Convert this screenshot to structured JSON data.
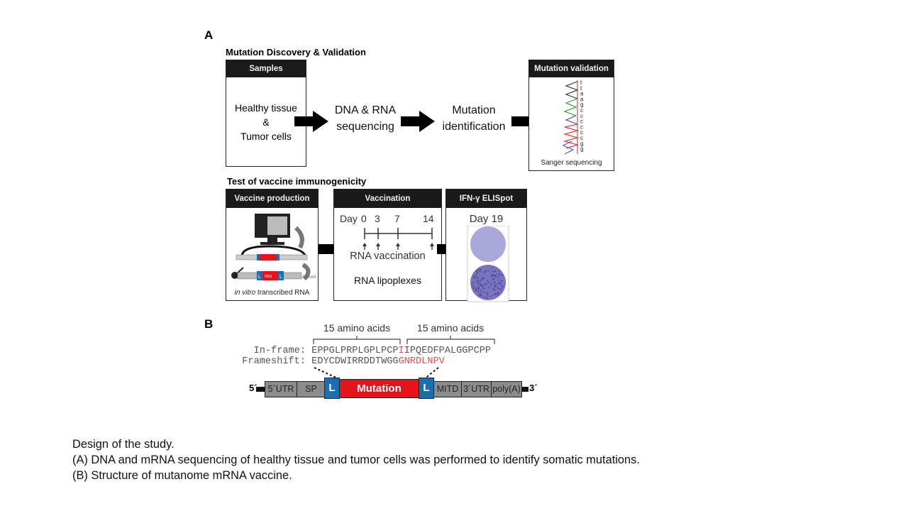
{
  "panel_a": {
    "letter": "A",
    "discovery_title": "Mutation Discovery & Validation",
    "samples": {
      "header": "Samples",
      "line1": "Healthy tissue",
      "line2": "&",
      "line3": "Tumor cells"
    },
    "step_sequencing": {
      "line1": "DNA & RNA",
      "line2": "sequencing"
    },
    "step_identification": {
      "line1": "Mutation",
      "line2": "identification"
    },
    "validation": {
      "header": "Mutation validation",
      "bases": [
        "t",
        "t",
        "a",
        "a",
        "g",
        "c",
        "c",
        "c",
        "c",
        "c",
        "c",
        "g",
        "g"
      ],
      "caption": "Sanger sequencing"
    },
    "immunogenicity_title": "Test of vaccine immunogenicity",
    "vaccine_production": {
      "header": "Vaccine production",
      "caption_italic": "in vitro",
      "caption_rest": " transcribed RNA",
      "linker": "L",
      "mut": "Mut",
      "cap": "cap",
      "polya": "AAAAA"
    },
    "vaccination": {
      "header": "Vaccination",
      "day_label": "Day",
      "days": [
        "0",
        "3",
        "7",
        "14"
      ],
      "arrow_label": "RNA vaccination",
      "formulation": "RNA lipoplexes"
    },
    "elispot": {
      "header": "IFN-γ ELISpot",
      "day": "Day 19"
    }
  },
  "panel_b": {
    "letter": "B",
    "brace_left": "15 amino acids",
    "brace_right": "15 amino acids",
    "inframe": {
      "label": "In-frame:",
      "seq_wt": "EPPGLPRPLGPLPCP",
      "seq_mut": "I",
      "seq_wt2": "IPQEDFPALGGPCPP"
    },
    "frameshift": {
      "label": "Frameshift:",
      "seq_wt": "EDYCDWIRRDDTWGG",
      "seq_mut": "GNRDLNPV"
    },
    "construct": {
      "five_prime": "5´",
      "three_prime": "3´",
      "segments": [
        "5´UTR",
        "SP",
        "L",
        "Mutation",
        "L",
        "MITD",
        "3´UTR",
        "poly(A)"
      ]
    },
    "colors": {
      "linker": "#1a6fb0",
      "mutation": "#e3141b",
      "segment": "#8c8c8c",
      "mutated_aa": "#d9534f"
    }
  },
  "caption": {
    "line1": "Design of the study.",
    "line2": "(A) DNA and mRNA sequencing of healthy tissue and tumor cells was performed to identify somatic mutations.",
    "line3": "(B) Structure of mutanome mRNA vaccine."
  }
}
